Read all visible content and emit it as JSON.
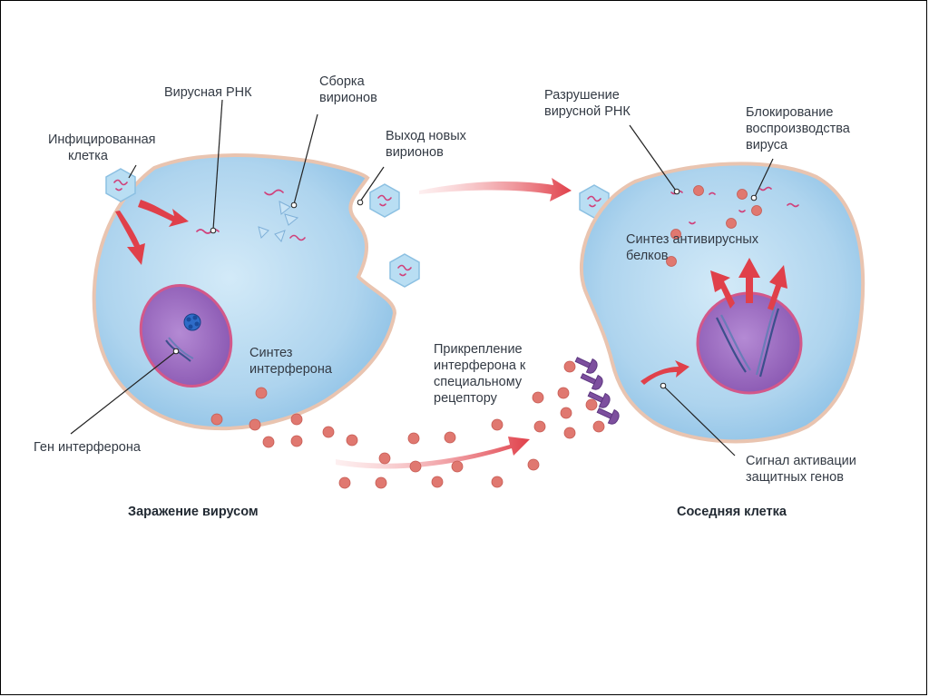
{
  "labels": {
    "infected_cell": [
      "Инфицированная",
      "клетка"
    ],
    "viral_rna": [
      "Вирусная РНК"
    ],
    "virion_assembly": [
      "Сборка",
      "вирионов"
    ],
    "virion_exit": [
      "Выход новых",
      "вирионов"
    ],
    "interferon_gene": [
      "Ген интерферона"
    ],
    "interferon_synthesis": [
      "Синтез",
      "интерферона"
    ],
    "receptor_binding": [
      "Прикрепление",
      "интерферона к",
      "специальному",
      "рецептору"
    ],
    "viral_rna_destruction": [
      "Разрушение",
      "вирусной РНК"
    ],
    "virus_block": [
      "Блокирование",
      "воспроизводства",
      "вируса"
    ],
    "antiviral_synthesis": [
      "Синтез антивирусных",
      "белков"
    ],
    "activation_signal": [
      "Сигнал активации",
      "защитных генов"
    ]
  },
  "captions": {
    "left": "Заражение вирусом",
    "right": "Соседняя клетка"
  },
  "colors": {
    "cytoplasm": "#aed4ee",
    "cell_membrane": "#e9c4b0",
    "nucleus": "#9b68c0",
    "nucleus_rim": "#d3588a",
    "interferon": "#e07870",
    "arrow": "#e0404a",
    "receptor": "#7d4f9e",
    "virion": "#b9def3"
  }
}
